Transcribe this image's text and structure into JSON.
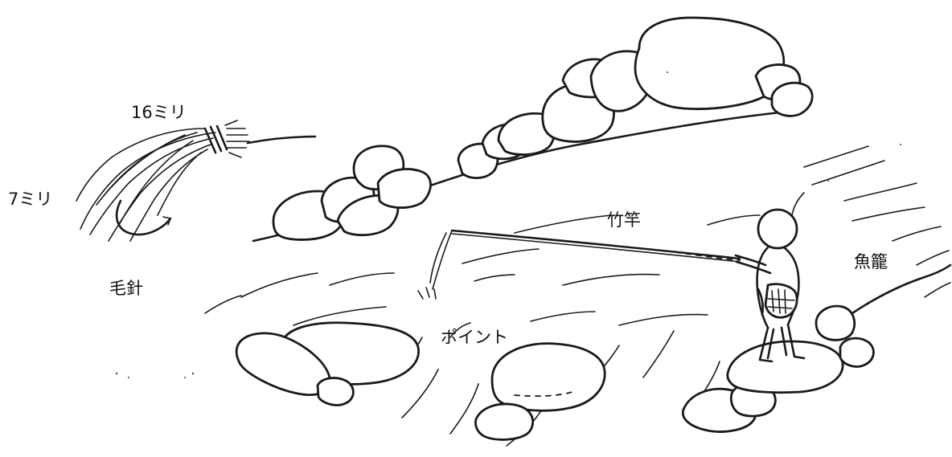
{
  "labels": {
    "hook_length": "16ミリ",
    "hackle_length": "7ミリ",
    "fly": "毛針",
    "rod": "竹竿",
    "creel": "魚籠",
    "point": "ポイント"
  }
}
